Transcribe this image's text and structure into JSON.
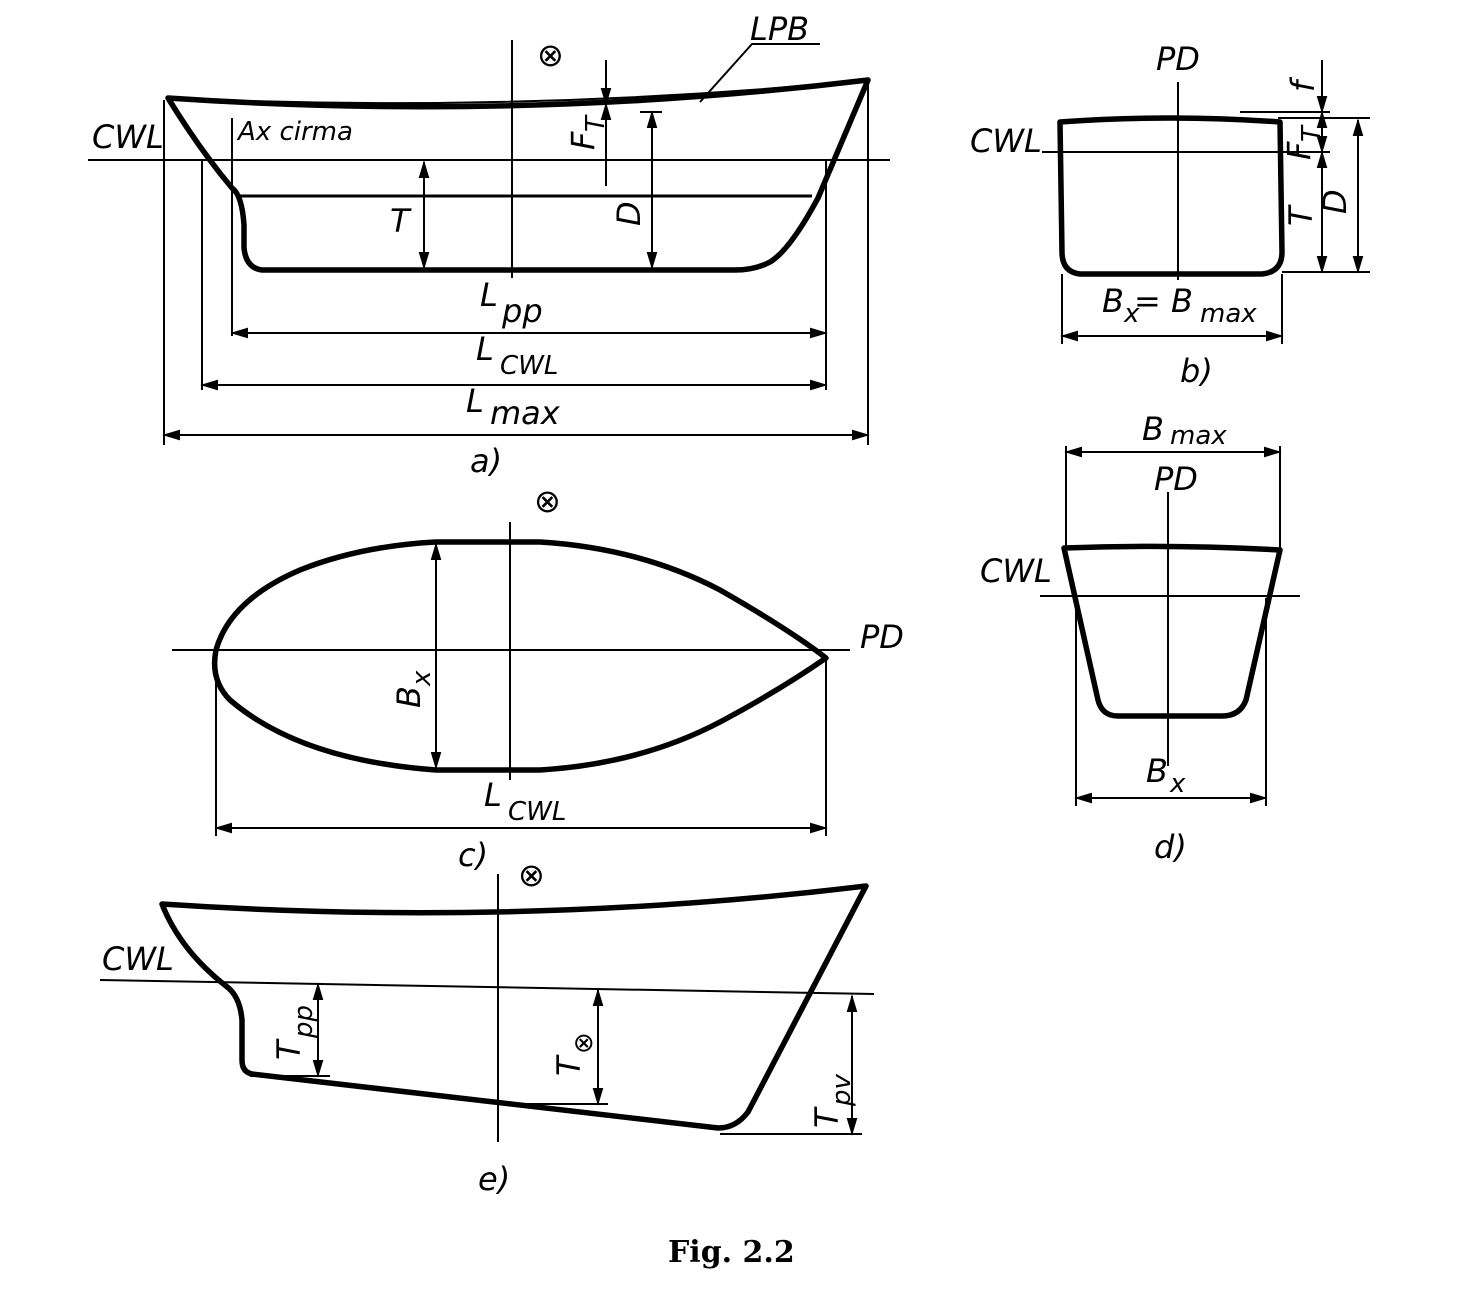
{
  "figure": {
    "caption": "Fig. 2.2",
    "panel_a": {
      "tag": "a)",
      "midship_symbol": "⊗",
      "lpb": "LPB",
      "cwl": "CWL",
      "ax_cirma": "Ax cirma",
      "T": "T",
      "F_main": "F",
      "F_sub": "T",
      "D": "D",
      "lpp_main": "L",
      "lpp_sub": "pp",
      "lcwl_main": "L",
      "lcwl_sub": "CWL",
      "lmax_main": "L",
      "lmax_sub": "max"
    },
    "panel_b": {
      "tag": "b)",
      "pd": "PD",
      "cwl": "CWL",
      "f": "f",
      "F_main": "F",
      "F_sub": "T",
      "T": "T",
      "D": "D",
      "b_main": "B",
      "b_sub1": "x",
      "b_eq": " = B",
      "b_sub2": "max"
    },
    "panel_c": {
      "tag": "c)",
      "midship_symbol": "⊗",
      "pd": "PD",
      "bx_main": "B",
      "bx_sub": "x",
      "lcwl_main": "L",
      "lcwl_sub": "CWL"
    },
    "panel_d": {
      "tag": "d)",
      "bmax_main": "B",
      "bmax_sub": "max",
      "pd": "PD",
      "cwl": "CWL",
      "bx_main": "B",
      "bx_sub": "x"
    },
    "panel_e": {
      "tag": "e)",
      "midship_symbol": "⊗",
      "cwl": "CWL",
      "tpp_main": "T",
      "tpp_sub": "pp",
      "tmid_main": "T",
      "tmid_sub": "⊗",
      "tpv_main": "T",
      "tpv_sub": "pv"
    }
  }
}
